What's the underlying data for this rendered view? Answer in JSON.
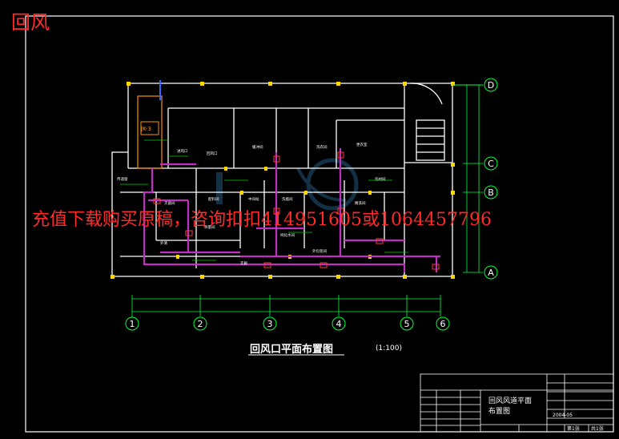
{
  "corner_label": "回风",
  "watermark": "充值下载购买原稿，咨询扣扣414951605或1064457796",
  "drawing": {
    "title": "回风口平面布置图",
    "scale": "(1:100)"
  },
  "grid": {
    "columns": [
      "1",
      "2",
      "3",
      "4",
      "5",
      "6"
    ],
    "rows": [
      "D",
      "C",
      "B",
      "A"
    ]
  },
  "plan": {
    "unit_tag": "JK-3",
    "room_labels": [
      "进风口",
      "回风口",
      "缓冲间",
      "洗衣间",
      "更衣室",
      "灭菌间",
      "配料间",
      "中间站",
      "洗瓶间",
      "精洗间",
      "外包装间",
      "走廊",
      "外清",
      "传递窗",
      "纯化水间",
      "称量间",
      "包材间"
    ]
  },
  "title_block": {
    "drawing_name_line1": "回风风道平面",
    "drawing_name_line2": "布置图",
    "date": "2004-05",
    "sheet_total": "共1张",
    "sheet_no": "第1张"
  },
  "colors": {
    "background": "#000000",
    "wall": "#ffffff",
    "duct": "#c030c0",
    "leader": "#00e000",
    "grid_axis": "#00ff40",
    "marker": "#ffff00",
    "watermark": "#ff2a2a"
  }
}
